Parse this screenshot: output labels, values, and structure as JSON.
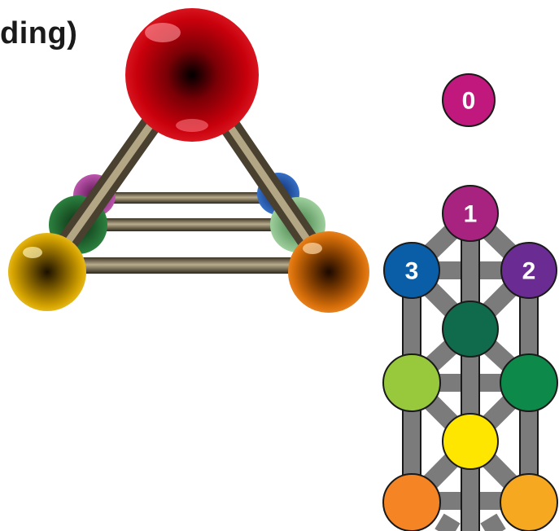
{
  "header": {
    "title_fragment": "ding)"
  },
  "pyramid": {
    "nodes": [
      {
        "name": "red-sphere",
        "color": "#c0000a"
      },
      {
        "name": "magenta-sphere",
        "color": "#b03c9a"
      },
      {
        "name": "blue-sphere",
        "color": "#1e55b0"
      },
      {
        "name": "dark-green-sphere",
        "color": "#1f6e32"
      },
      {
        "name": "light-green-sphere",
        "color": "#8cc48c"
      },
      {
        "name": "gold-sphere",
        "color": "#d6a400"
      },
      {
        "name": "orange-sphere",
        "color": "#d9700a"
      }
    ],
    "rod_color": "#6b5f48"
  },
  "tree": {
    "labels": {
      "n0": "0",
      "n1": "1",
      "n2": "2",
      "n3": "3"
    },
    "colors": {
      "n0": "#c0187c",
      "n1": "#a8237f",
      "n2": "#6a2c93",
      "n3": "#0a5ea8",
      "center_upper": "#0f6b4b",
      "left_mid": "#98c93c",
      "right_mid": "#0d8a4a",
      "center_lower": "#ffe600",
      "left_low": "#f58424",
      "right_low": "#f6a820"
    },
    "path_color": "#7b7b7b"
  }
}
